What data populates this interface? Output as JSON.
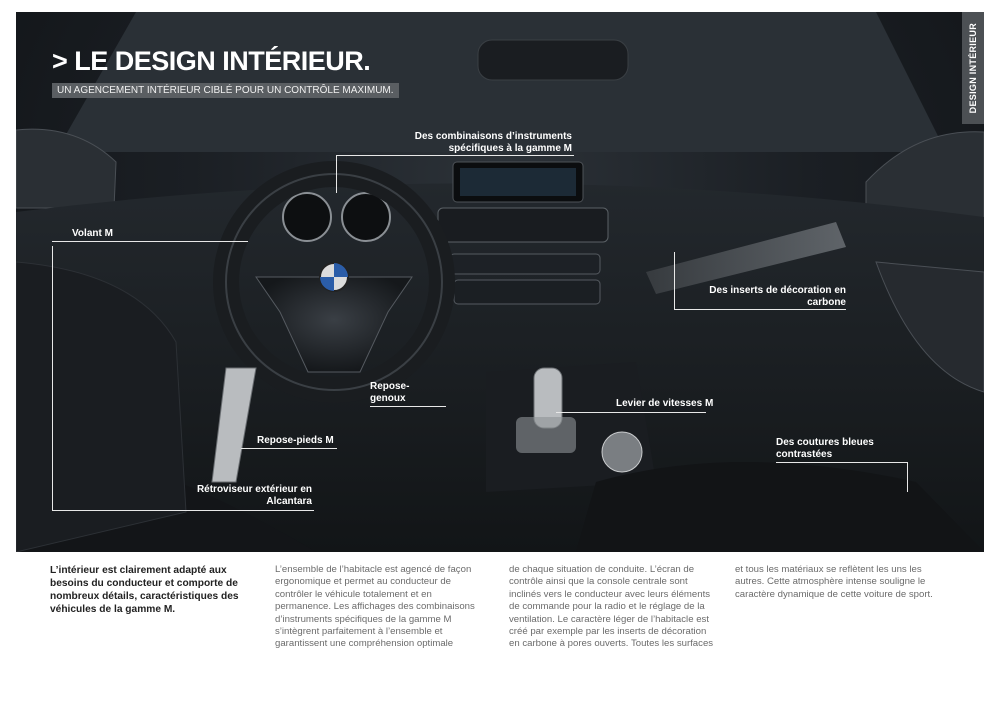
{
  "side_tab": "DESIGN INTÉRIEUR",
  "headline": "> LE DESIGN INTÉRIEUR.",
  "subheadline": "UN AGENCEMENT INTÉRIEUR CIBLÉ POUR UN CONTRÔLE MAXIMUM.",
  "callouts": {
    "instruments": "Des combinaisons d’instruments spécifiques à la gamme M",
    "volant": "Volant M",
    "carbone": "Des inserts de décoration en carbone",
    "repose_genoux": "Repose-genoux",
    "levier": "Levier de vitesses M",
    "repose_pieds": "Repose-pieds M",
    "coutures": "Des coutures bleues contrastées",
    "retroviseur": "Rétroviseur extérieur en Alcantara"
  },
  "columns": {
    "lead": "L’intérieur est clairement adapté aux besoins du conducteur et comporte de nombreux détails, caractéristiques des véhicules de la gamme M.",
    "col2": "L’ensemble de l’habitacle est agencé de façon ergonomique et permet au conducteur de contrôler le véhicule totalement et en permanence. Les affichages des combinaisons d’instruments spécifiques de la gamme M s’intègrent parfaitement à l’ensemble et garantissent une compréhension optimale",
    "col3": "de chaque situation de conduite. L’écran de contrôle ainsi que la console centrale sont inclinés vers le conducteur avec leurs éléments de commande pour la radio et le réglage de la ventilation. Le caractère léger de l’habitacle est créé par exemple par les inserts de décoration en carbone à pores ouverts. Toutes les surfaces",
    "col4": "et tous les matériaux se reflètent les uns les autres. Cette atmosphère intense souligne le caractère dynamique de cette voiture de sport."
  },
  "colors": {
    "tab_bg": "#4c5054",
    "subhead_bg": "#5a5e62",
    "line": "#e8e8e8"
  }
}
